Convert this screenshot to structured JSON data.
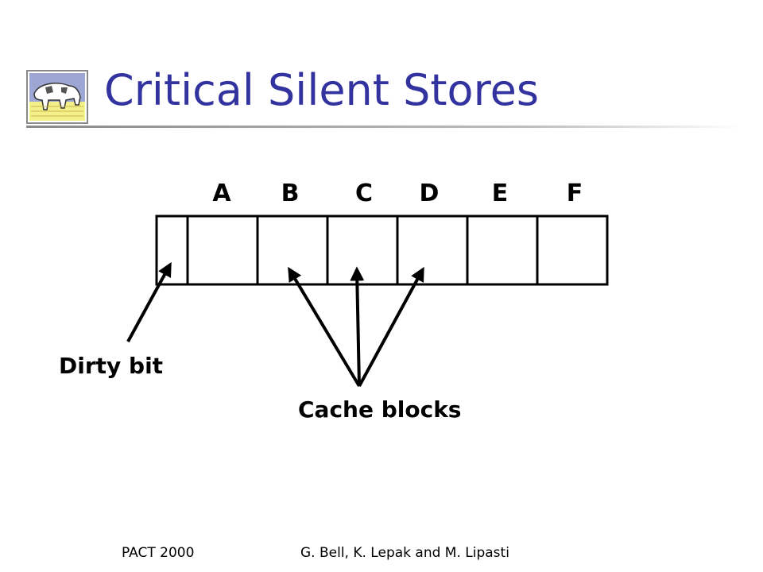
{
  "slide": {
    "title": "Critical Silent Stores"
  },
  "diagram": {
    "column_labels": [
      "A",
      "B",
      "C",
      "D",
      "E",
      "F"
    ],
    "dirty_bit_label": "Dirty bit",
    "cache_blocks_label": "Cache blocks"
  },
  "footer": {
    "left": "PACT 2000",
    "center": "G. Bell, K. Lepak and M. Lipasti"
  },
  "colors": {
    "title": "#3333a0",
    "logo_sky": "#9ea7d4",
    "logo_ground": "#f4f089"
  }
}
